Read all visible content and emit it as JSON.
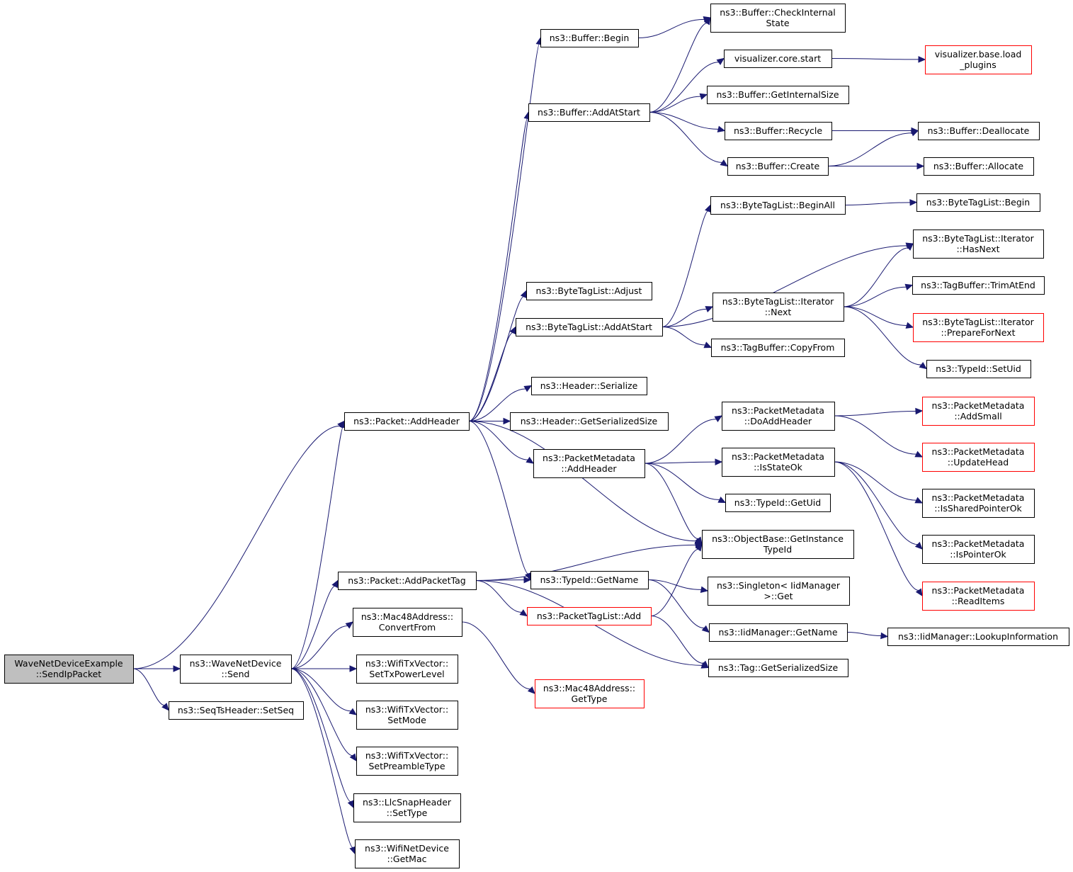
{
  "colors": {
    "edge": "#191970",
    "root_fill": "#bfbfbf",
    "node_fill": "#ffffff",
    "node_border": "#000000",
    "truncated_border": "#ff0000"
  },
  "nodes": [
    {
      "id": "root",
      "lines": [
        "WaveNetDeviceExample",
        "::SendIpPacket"
      ],
      "kind": "root"
    },
    {
      "id": "wnd_send",
      "lines": [
        "ns3::WaveNetDevice",
        "::Send"
      ],
      "kind": "normal"
    },
    {
      "id": "seq_setseq",
      "lines": [
        "ns3::SeqTsHeader::SetSeq"
      ],
      "kind": "normal"
    },
    {
      "id": "pkt_addheader",
      "lines": [
        "ns3::Packet::AddHeader"
      ],
      "kind": "normal"
    },
    {
      "id": "pkt_addpackettag",
      "lines": [
        "ns3::Packet::AddPacketTag"
      ],
      "kind": "normal"
    },
    {
      "id": "mac48_convertfrom",
      "lines": [
        "ns3::Mac48Address::",
        "ConvertFrom"
      ],
      "kind": "normal"
    },
    {
      "id": "wtv_settxpower",
      "lines": [
        "ns3::WifiTxVector::",
        "SetTxPowerLevel"
      ],
      "kind": "normal"
    },
    {
      "id": "wtv_setmode",
      "lines": [
        "ns3::WifiTxVector::",
        "SetMode"
      ],
      "kind": "normal"
    },
    {
      "id": "wtv_setpreamble",
      "lines": [
        "ns3::WifiTxVector::",
        "SetPreambleType"
      ],
      "kind": "normal"
    },
    {
      "id": "llc_settype",
      "lines": [
        "ns3::LlcSnapHeader",
        "::SetType"
      ],
      "kind": "normal"
    },
    {
      "id": "wifinet_getmac",
      "lines": [
        "ns3::WifiNetDevice",
        "::GetMac"
      ],
      "kind": "normal"
    },
    {
      "id": "buf_begin",
      "lines": [
        "ns3::Buffer::Begin"
      ],
      "kind": "normal"
    },
    {
      "id": "buf_addatstart",
      "lines": [
        "ns3::Buffer::AddAtStart"
      ],
      "kind": "normal"
    },
    {
      "id": "btl_adjust",
      "lines": [
        "ns3::ByteTagList::Adjust"
      ],
      "kind": "normal"
    },
    {
      "id": "btl_addatstart",
      "lines": [
        "ns3::ByteTagList::AddAtStart"
      ],
      "kind": "normal"
    },
    {
      "id": "hdr_serialize",
      "lines": [
        "ns3::Header::Serialize"
      ],
      "kind": "normal"
    },
    {
      "id": "hdr_getsersize",
      "lines": [
        "ns3::Header::GetSerializedSize"
      ],
      "kind": "normal"
    },
    {
      "id": "pm_addheader",
      "lines": [
        "ns3::PacketMetadata",
        "::AddHeader"
      ],
      "kind": "normal"
    },
    {
      "id": "typeid_getname",
      "lines": [
        "ns3::TypeId::GetName"
      ],
      "kind": "normal"
    },
    {
      "id": "ptl_add",
      "lines": [
        "ns3::PacketTagList::Add"
      ],
      "kind": "truncated"
    },
    {
      "id": "mac48_gettype",
      "lines": [
        "ns3::Mac48Address::",
        "GetType"
      ],
      "kind": "truncated"
    },
    {
      "id": "buf_checkinternal",
      "lines": [
        "ns3::Buffer::CheckInternal",
        "State"
      ],
      "kind": "normal"
    },
    {
      "id": "viz_core_start",
      "lines": [
        "visualizer.core.start"
      ],
      "kind": "normal"
    },
    {
      "id": "buf_getinternalsize",
      "lines": [
        "ns3::Buffer::GetInternalSize"
      ],
      "kind": "normal"
    },
    {
      "id": "buf_recycle",
      "lines": [
        "ns3::Buffer::Recycle"
      ],
      "kind": "normal"
    },
    {
      "id": "buf_create",
      "lines": [
        "ns3::Buffer::Create"
      ],
      "kind": "normal"
    },
    {
      "id": "btl_beginall",
      "lines": [
        "ns3::ByteTagList::BeginAll"
      ],
      "kind": "normal"
    },
    {
      "id": "btli_next",
      "lines": [
        "ns3::ByteTagList::Iterator",
        "::Next"
      ],
      "kind": "normal"
    },
    {
      "id": "tagbuf_copyfrom",
      "lines": [
        "ns3::TagBuffer::CopyFrom"
      ],
      "kind": "normal"
    },
    {
      "id": "pm_doaddheader",
      "lines": [
        "ns3::PacketMetadata",
        "::DoAddHeader"
      ],
      "kind": "normal"
    },
    {
      "id": "pm_isstateok",
      "lines": [
        "ns3::PacketMetadata",
        "::IsStateOk"
      ],
      "kind": "normal"
    },
    {
      "id": "typeid_getuid",
      "lines": [
        "ns3::TypeId::GetUid"
      ],
      "kind": "normal"
    },
    {
      "id": "objbase_getinstance",
      "lines": [
        "ns3::ObjectBase::GetInstance",
        "TypeId"
      ],
      "kind": "normal"
    },
    {
      "id": "singleton_get",
      "lines": [
        "ns3::Singleton< IidManager",
        " >::Get"
      ],
      "kind": "normal"
    },
    {
      "id": "iid_getname",
      "lines": [
        "ns3::IidManager::GetName"
      ],
      "kind": "normal"
    },
    {
      "id": "tag_getsersize",
      "lines": [
        "ns3::Tag::GetSerializedSize"
      ],
      "kind": "normal"
    },
    {
      "id": "viz_base_load",
      "lines": [
        "visualizer.base.load",
        "_plugins"
      ],
      "kind": "truncated"
    },
    {
      "id": "buf_deallocate",
      "lines": [
        "ns3::Buffer::Deallocate"
      ],
      "kind": "normal"
    },
    {
      "id": "buf_allocate",
      "lines": [
        "ns3::Buffer::Allocate"
      ],
      "kind": "normal"
    },
    {
      "id": "btl_begin",
      "lines": [
        "ns3::ByteTagList::Begin"
      ],
      "kind": "normal"
    },
    {
      "id": "btli_hasnext",
      "lines": [
        "ns3::ByteTagList::Iterator",
        "::HasNext"
      ],
      "kind": "normal"
    },
    {
      "id": "tagbuf_trimatend",
      "lines": [
        "ns3::TagBuffer::TrimAtEnd"
      ],
      "kind": "normal"
    },
    {
      "id": "btli_preparefornext",
      "lines": [
        "ns3::ByteTagList::Iterator",
        "::PrepareForNext"
      ],
      "kind": "truncated"
    },
    {
      "id": "typeid_setuid",
      "lines": [
        "ns3::TypeId::SetUid"
      ],
      "kind": "normal"
    },
    {
      "id": "pm_addsmall",
      "lines": [
        "ns3::PacketMetadata",
        "::AddSmall"
      ],
      "kind": "truncated"
    },
    {
      "id": "pm_updatehead",
      "lines": [
        "ns3::PacketMetadata",
        "::UpdateHead"
      ],
      "kind": "truncated"
    },
    {
      "id": "pm_issharedptrok",
      "lines": [
        "ns3::PacketMetadata",
        "::IsSharedPointerOk"
      ],
      "kind": "normal"
    },
    {
      "id": "pm_isptrok",
      "lines": [
        "ns3::PacketMetadata",
        "::IsPointerOk"
      ],
      "kind": "normal"
    },
    {
      "id": "pm_readitems",
      "lines": [
        "ns3::PacketMetadata",
        "::ReadItems"
      ],
      "kind": "truncated"
    },
    {
      "id": "iid_lookupinfo",
      "lines": [
        "ns3::IidManager::LookupInformation"
      ],
      "kind": "normal"
    }
  ],
  "edges": [
    [
      "root",
      "wnd_send"
    ],
    [
      "root",
      "seq_setseq"
    ],
    [
      "root",
      "pkt_addheader"
    ],
    [
      "wnd_send",
      "pkt_addheader"
    ],
    [
      "wnd_send",
      "pkt_addpackettag"
    ],
    [
      "wnd_send",
      "mac48_convertfrom"
    ],
    [
      "wnd_send",
      "wtv_settxpower"
    ],
    [
      "wnd_send",
      "wtv_setmode"
    ],
    [
      "wnd_send",
      "wtv_setpreamble"
    ],
    [
      "wnd_send",
      "llc_settype"
    ],
    [
      "wnd_send",
      "wifinet_getmac"
    ],
    [
      "pkt_addheader",
      "buf_begin"
    ],
    [
      "pkt_addheader",
      "buf_addatstart"
    ],
    [
      "pkt_addheader",
      "btl_adjust"
    ],
    [
      "pkt_addheader",
      "btl_addatstart"
    ],
    [
      "pkt_addheader",
      "hdr_serialize"
    ],
    [
      "pkt_addheader",
      "hdr_getsersize"
    ],
    [
      "pkt_addheader",
      "pm_addheader"
    ],
    [
      "pkt_addheader",
      "objbase_getinstance"
    ],
    [
      "pkt_addheader",
      "typeid_getname"
    ],
    [
      "pkt_addpackettag",
      "objbase_getinstance"
    ],
    [
      "pkt_addpackettag",
      "typeid_getname"
    ],
    [
      "pkt_addpackettag",
      "ptl_add"
    ],
    [
      "pkt_addpackettag",
      "tag_getsersize"
    ],
    [
      "mac48_convertfrom",
      "mac48_gettype"
    ],
    [
      "buf_begin",
      "buf_checkinternal"
    ],
    [
      "buf_addatstart",
      "buf_checkinternal"
    ],
    [
      "buf_addatstart",
      "viz_core_start"
    ],
    [
      "buf_addatstart",
      "buf_getinternalsize"
    ],
    [
      "buf_addatstart",
      "buf_recycle"
    ],
    [
      "buf_addatstart",
      "buf_create"
    ],
    [
      "viz_core_start",
      "viz_base_load"
    ],
    [
      "buf_recycle",
      "buf_deallocate"
    ],
    [
      "buf_create",
      "buf_deallocate"
    ],
    [
      "buf_create",
      "buf_allocate"
    ],
    [
      "btl_addatstart",
      "btl_beginall"
    ],
    [
      "btl_addatstart",
      "btli_hasnext"
    ],
    [
      "btl_addatstart",
      "btli_next"
    ],
    [
      "btl_addatstart",
      "tagbuf_copyfrom"
    ],
    [
      "btl_beginall",
      "btl_begin"
    ],
    [
      "btli_next",
      "btli_hasnext"
    ],
    [
      "btli_next",
      "tagbuf_trimatend"
    ],
    [
      "btli_next",
      "btli_preparefornext"
    ],
    [
      "btli_next",
      "typeid_setuid"
    ],
    [
      "pm_addheader",
      "pm_doaddheader"
    ],
    [
      "pm_addheader",
      "pm_isstateok"
    ],
    [
      "pm_addheader",
      "typeid_getuid"
    ],
    [
      "pm_addheader",
      "objbase_getinstance"
    ],
    [
      "pm_doaddheader",
      "pm_addsmall"
    ],
    [
      "pm_doaddheader",
      "pm_updatehead"
    ],
    [
      "pm_isstateok",
      "pm_issharedptrok"
    ],
    [
      "pm_isstateok",
      "pm_isptrok"
    ],
    [
      "pm_isstateok",
      "pm_readitems"
    ],
    [
      "typeid_getname",
      "singleton_get"
    ],
    [
      "typeid_getname",
      "iid_getname"
    ],
    [
      "ptl_add",
      "objbase_getinstance"
    ],
    [
      "ptl_add",
      "tag_getsersize"
    ],
    [
      "iid_getname",
      "iid_lookupinfo"
    ]
  ]
}
